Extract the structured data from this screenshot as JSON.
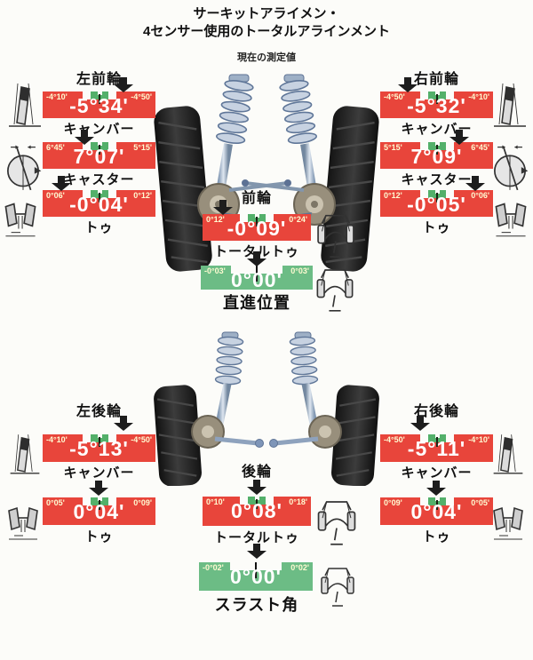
{
  "title": {
    "line1": "サーキットアライメン・",
    "line2": "4センサー使用のトータルアラインメント"
  },
  "subtitle": "現在の測定値",
  "headings": {
    "front_left": "左前輪",
    "front_right": "右前輪",
    "front_center": "前輪",
    "rear_left": "左後輪",
    "rear_right": "右後輪",
    "rear_center": "後輪"
  },
  "meters": {
    "lf_camber": {
      "min": "-4°10'",
      "max": "-4°50'",
      "value": "-5°34'",
      "caption": "キャンバー",
      "status_color": "#e8453b"
    },
    "lf_caster": {
      "min": "6°45'",
      "max": "5°15'",
      "value": "7°07'",
      "caption": "キャスター",
      "status_color": "#e8453b"
    },
    "lf_toe": {
      "min": "0°06'",
      "max": "0°12'",
      "value": "-0°04'",
      "caption": "トゥ",
      "status_color": "#e8453b"
    },
    "rf_camber": {
      "min": "-4°50'",
      "max": "-4°10'",
      "value": "-5°32'",
      "caption": "キャンバー",
      "status_color": "#e8453b"
    },
    "rf_caster": {
      "min": "5°15'",
      "max": "6°45'",
      "value": "7°09'",
      "caption": "キャスター",
      "status_color": "#e8453b"
    },
    "rf_toe": {
      "min": "0°12'",
      "max": "0°06'",
      "value": "-0°05'",
      "caption": "トゥ",
      "status_color": "#e8453b"
    },
    "front_total_toe": {
      "min": "0°12'",
      "max": "0°24'",
      "value": "-0°09'",
      "caption": "トータルトゥ",
      "status_color": "#e8453b"
    },
    "front_straight_ahead": {
      "min": "-0°03'",
      "max": "0°03'",
      "value": "0°00'",
      "caption": "直進位置",
      "status_color": "#6cbc85"
    },
    "lr_camber": {
      "min": "-4°10'",
      "max": "-4°50'",
      "value": "-5°13'",
      "caption": "キャンバー",
      "status_color": "#e8453b"
    },
    "lr_toe": {
      "min": "0°05'",
      "max": "0°09'",
      "value": "0°04'",
      "caption": "トゥ",
      "status_color": "#e8453b"
    },
    "rr_camber": {
      "min": "-4°50'",
      "max": "-4°10'",
      "value": "-5°11'",
      "caption": "キャンバー",
      "status_color": "#e8453b"
    },
    "rr_toe": {
      "min": "0°09'",
      "max": "0°05'",
      "value": "0°04'",
      "caption": "トゥ",
      "status_color": "#e8453b"
    },
    "rear_total_toe": {
      "min": "0°10'",
      "max": "0°18'",
      "value": "0°08'",
      "caption": "トータルトゥ",
      "status_color": "#e8453b"
    },
    "rear_thrust_angle": {
      "min": "-0°02'",
      "max": "0°02'",
      "value": "0°00'",
      "caption": "スラスト角",
      "status_color": "#6cbc85"
    }
  },
  "colors": {
    "out_of_spec_bar": "#e8453b",
    "in_spec_bar": "#6cbc85",
    "spec_marker_green": "#53b06a",
    "range_label_text": "#fffbd2",
    "value_text": "#ffffff",
    "arrow": "#1d1d1d"
  },
  "icons": [
    "down-arrow-icon",
    "camber-icon",
    "caster-icon",
    "toe-axle-icon",
    "car-underbody-icon",
    "front-suspension-illustration",
    "rear-suspension-illustration"
  ]
}
